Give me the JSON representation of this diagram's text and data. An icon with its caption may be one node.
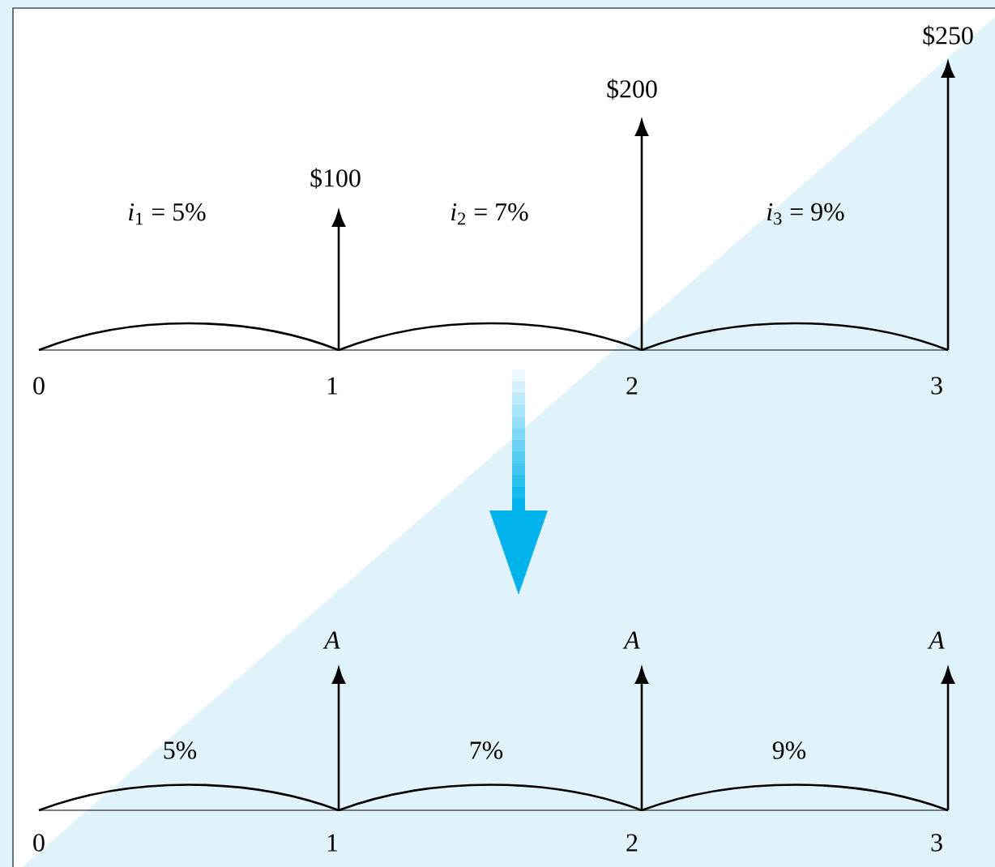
{
  "diagram": {
    "labels": [
      "$250",
      "$200",
      "$100",
      "*i*$_{1}$ = 5%",
      "*i*$_{2}$ = 7%",
      "*i*$_{3}$ = 9%",
      "0",
      "1",
      "2",
      "3",
      "A",
      "A",
      "A",
      "5%",
      "7%",
      "9%",
      "0",
      "1",
      "2",
      "3"
    ]
  }
}
